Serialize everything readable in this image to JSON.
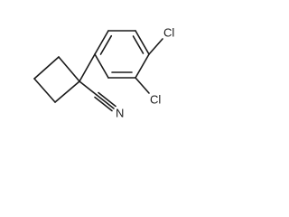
{
  "molecule": {
    "atoms": {
      "chlorine_top": "Cl",
      "chlorine_bottom": "Cl",
      "nitrogen": "N"
    },
    "bond_color": "#1a1a1a",
    "background_color": "#ffffff"
  }
}
